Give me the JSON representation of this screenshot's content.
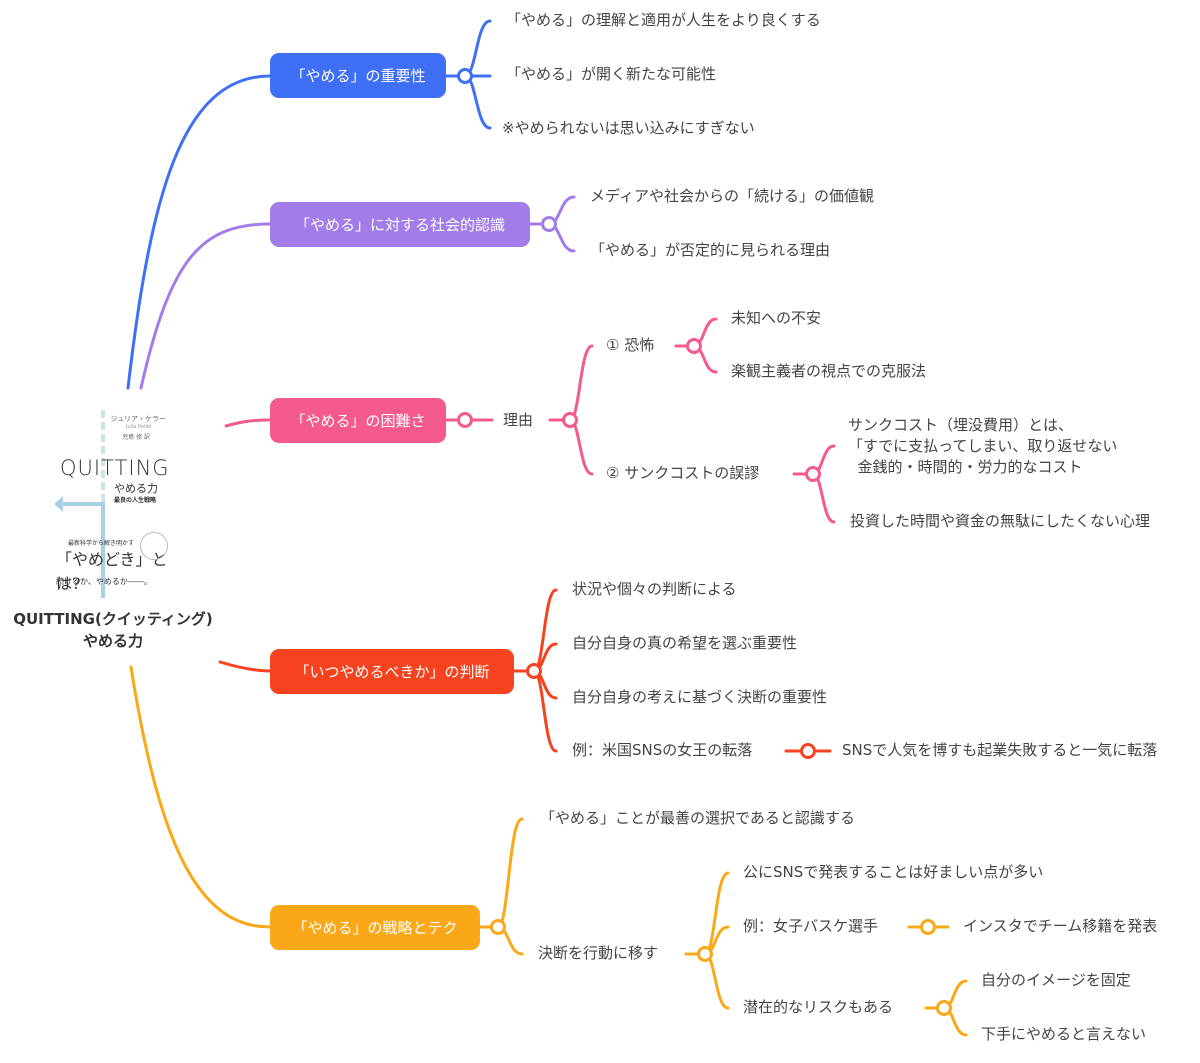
{
  "root": {
    "title_line1": "QUITTING(クイッティング)",
    "title_line2": "やめる力",
    "cover": {
      "author": "ジュリア・ケラー",
      "author_en": "Julia Keller",
      "translator": "児島 修 訳",
      "title_en": "QUITTING",
      "title_jp": "やめる力",
      "subtitle": "最良の人生戦略",
      "tagline": "最新科学から解き明かす",
      "catch": "「やめどき」とは?",
      "catch2": "続けるか、やめるか――。"
    }
  },
  "colors": {
    "blue": "#3f6ff5",
    "purple": "#a27ce8",
    "pink": "#f45a8c",
    "red": "#f5431f",
    "orange": "#fba818",
    "text": "#444444"
  },
  "branches": [
    {
      "id": "importance",
      "label": "「やめる」の重要性",
      "color": "#3f6ff5",
      "children": [
        {
          "label": "「やめる」の理解と適用が人生をより良くする"
        },
        {
          "label": "「やめる」が開く新たな可能性"
        },
        {
          "label": "※やめられないは思い込みにすぎない"
        }
      ]
    },
    {
      "id": "social",
      "label": "「やめる」に対する社会的認識",
      "color": "#a27ce8",
      "children": [
        {
          "label": "メディアや社会からの「続ける」の価値観"
        },
        {
          "label": "「やめる」が否定的に見られる理由"
        }
      ]
    },
    {
      "id": "difficulty",
      "label": "「やめる」の困難さ",
      "color": "#f45a8c",
      "children": [
        {
          "label": "理由",
          "children": [
            {
              "label": "① 恐怖",
              "children": [
                {
                  "label": "未知への不安"
                },
                {
                  "label": "楽観主義者の視点での克服法"
                }
              ]
            },
            {
              "label": "② サンクコストの誤謬",
              "children": [
                {
                  "label": "サンクコスト（埋没費用）とは、\n「すでに支払ってしまい、取り返せない\n  金銭的・時間的・労力的なコスト"
                },
                {
                  "label": "投資した時間や資金の無駄にしたくない心理"
                }
              ]
            }
          ]
        }
      ]
    },
    {
      "id": "when",
      "label": "「いつやめるべきか」の判断",
      "color": "#f5431f",
      "children": [
        {
          "label": "状況や個々の判断による"
        },
        {
          "label": "自分自身の真の希望を選ぶ重要性"
        },
        {
          "label": "自分自身の考えに基づく決断の重要性"
        },
        {
          "label": "例：米国SNSの女王の転落",
          "children": [
            {
              "label": "SNSで人気を博すも起業失敗すると一気に転落"
            }
          ]
        }
      ]
    },
    {
      "id": "strategy",
      "label": "「やめる」の戦略とテク",
      "color": "#fba818",
      "children": [
        {
          "label": "「やめる」ことが最善の選択であると認識する"
        },
        {
          "label": "決断を行動に移す",
          "children": [
            {
              "label": "公にSNSで発表することは好ましい点が多い"
            },
            {
              "label": "例：女子バスケ選手",
              "children": [
                {
                  "label": "インスタでチーム移籍を発表"
                }
              ]
            },
            {
              "label": "潜在的なリスクもある",
              "children": [
                {
                  "label": "自分のイメージを固定"
                },
                {
                  "label": "下手にやめると言えない"
                }
              ]
            }
          ]
        }
      ]
    }
  ]
}
